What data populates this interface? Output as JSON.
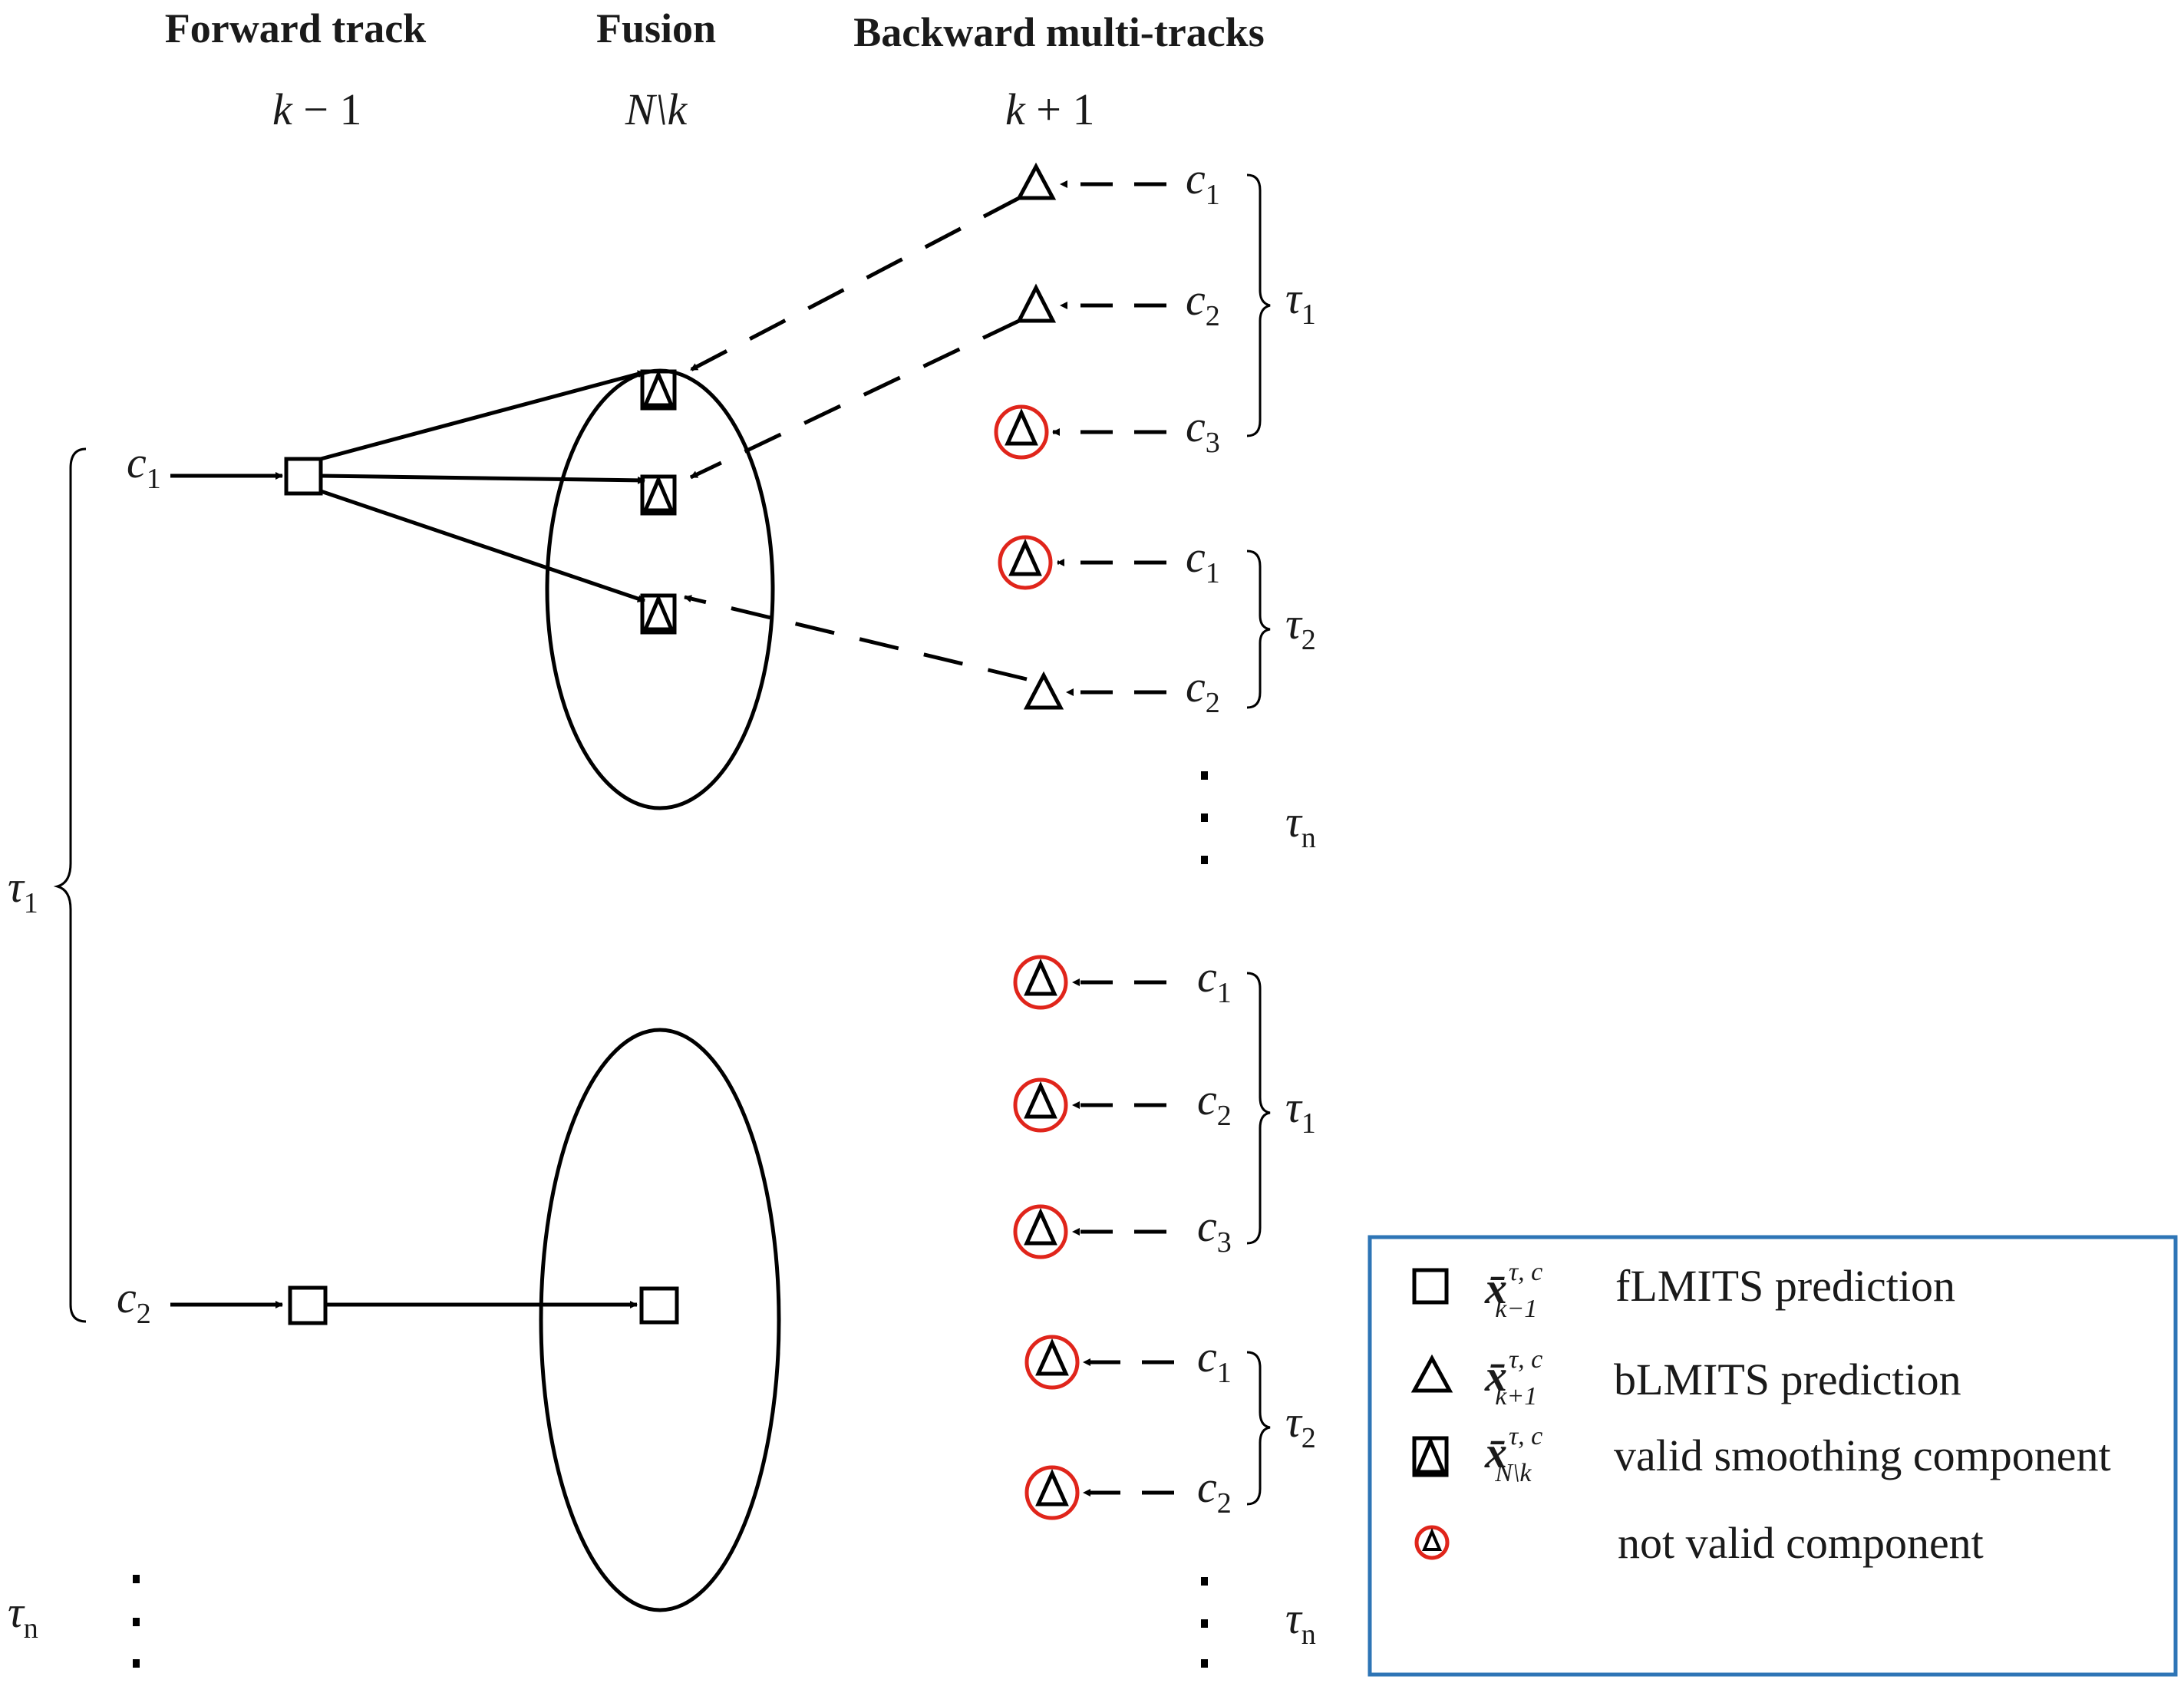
{
  "headers": {
    "forward": "Forward track",
    "fusion": "Fusion",
    "backward": "Backward multi-tracks"
  },
  "time_labels": {
    "forward_base": "k",
    "forward_suffix": " − 1",
    "fusion": "N\\k",
    "backward_base": "k",
    "backward_suffix": " + 1"
  },
  "symbols": {
    "c": "c",
    "tau": "τ",
    "sub1": "1",
    "sub2": "2",
    "sub3": "3",
    "subn": "n",
    "vdots": "⋮"
  },
  "legend": {
    "items": [
      {
        "icon": "square",
        "sup": "τ, c",
        "sub": "k−1",
        "label": "fLMITS prediction"
      },
      {
        "icon": "triangle",
        "sup": "τ, c",
        "sub": "k+1",
        "label": "bLMITS prediction"
      },
      {
        "icon": "square-triangle",
        "sup": "τ, c",
        "sub": "N\\k",
        "label": "valid smoothing component"
      },
      {
        "icon": "circled-triangle",
        "sup": "",
        "sub": "",
        "label": "not valid component"
      }
    ],
    "symbol": "x̄",
    "border_color": "#2e75b6",
    "invalid_color": "#e0251b"
  },
  "colors": {
    "line": "#000000",
    "invalid_circle": "#e0251b",
    "legend_border": "#2e75b6"
  }
}
